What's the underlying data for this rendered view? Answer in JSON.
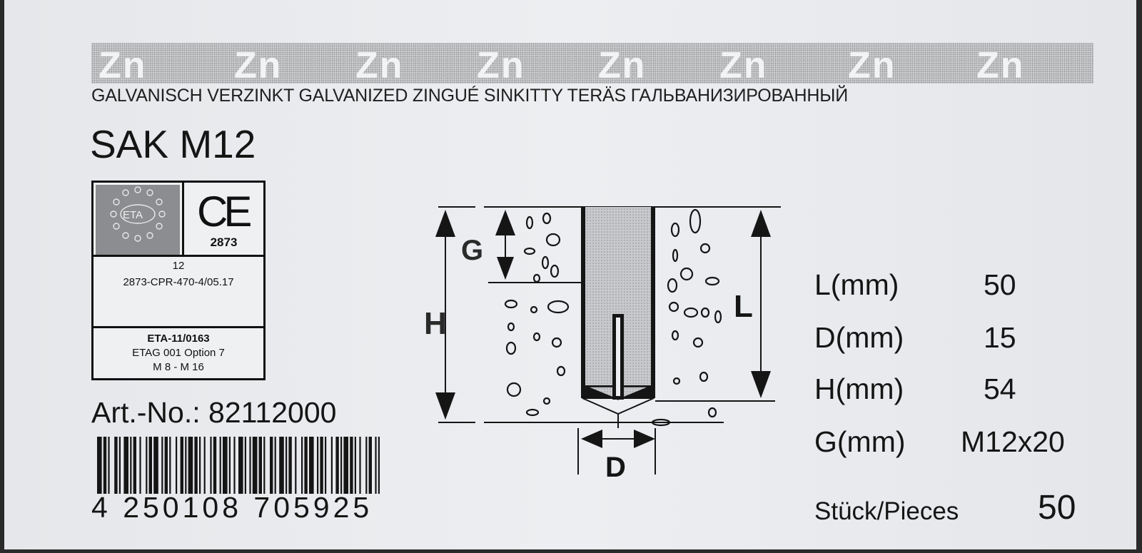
{
  "band": {
    "zn_text": "Zn"
  },
  "strip_text": "GALVANISCH VERZINKT GALVANIZED ZINGUÉ  SINKITTY TERÄS ГАЛЬВАНИЗИРОВАННЫЙ",
  "product_title": "SAK M12",
  "cert": {
    "eta_logo_text": "ETA",
    "ce_mark": "CE",
    "ce_number": "2873",
    "year": "12",
    "dop": "2873-CPR-470-4/05.17",
    "eta_number": "ETA-11/0163",
    "etag": "ETAG 001  Option 7",
    "range": "M 8 - M 16"
  },
  "article": {
    "label": "Art.-No.:",
    "number": "82112000"
  },
  "barcode_number": "4 250108 705925",
  "diagram": {
    "h_label": "H",
    "g_label": "G",
    "l_label": "L",
    "d_label": "D"
  },
  "specs": [
    {
      "label": "L(mm)",
      "value": "50"
    },
    {
      "label": "D(mm)",
      "value": "15"
    },
    {
      "label": "H(mm)",
      "value": "54"
    },
    {
      "label": "G(mm)",
      "value": "M12x20"
    }
  ],
  "pieces": {
    "label": "Stück/Pieces",
    "value": "50"
  },
  "colors": {
    "ink": "#151515",
    "paper": "#e9ebee",
    "band_gray": "#cfd0d2"
  }
}
